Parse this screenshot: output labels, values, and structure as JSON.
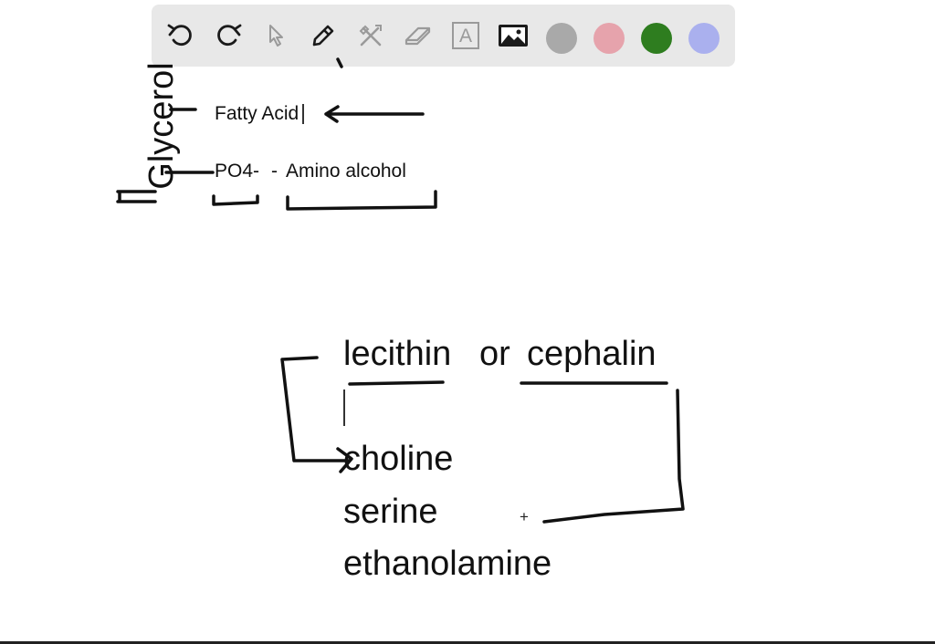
{
  "toolbar": {
    "tools": [
      {
        "name": "undo",
        "icon": "undo-icon"
      },
      {
        "name": "redo",
        "icon": "redo-icon"
      },
      {
        "name": "select",
        "icon": "cursor-arrow-icon"
      },
      {
        "name": "pen",
        "icon": "pencil-icon"
      },
      {
        "name": "tools",
        "icon": "crossed-tools-icon"
      },
      {
        "name": "eraser",
        "icon": "eraser-icon"
      },
      {
        "name": "text",
        "icon": "text-box-icon",
        "glyph": "A"
      },
      {
        "name": "image",
        "icon": "image-icon"
      }
    ],
    "colors": [
      "#a9a9a9",
      "#e6a3ac",
      "#2e7d1f",
      "#aab0ee"
    ]
  },
  "diagram": {
    "glycerol_label": "Glycerol",
    "fatty_acid": "Fatty Acid",
    "phosphate": "PO4-",
    "dash": "-",
    "amino_alcohol": "Amino alcohol"
  },
  "notes": {
    "lecithin": "lecithin",
    "or": "or",
    "cephalin": "cephalin",
    "choline": "choline",
    "serine": "serine",
    "ethanolamine": "ethanolamine",
    "plus": "+"
  }
}
